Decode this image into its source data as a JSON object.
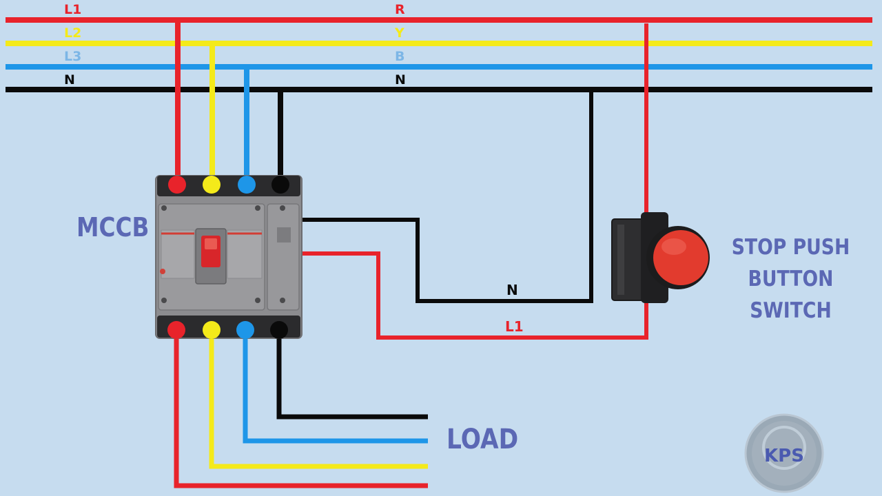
{
  "bus": {
    "l1": "L1",
    "l2": "L2",
    "l3": "L3",
    "n_left": "N",
    "r": "R",
    "y": "Y",
    "b": "B",
    "n_mid": "N"
  },
  "wires": {
    "neutral_label": "N",
    "phase_label": "L1"
  },
  "devices": {
    "mccb": "MCCB",
    "stop_line1": "STOP PUSH",
    "stop_line2": "BUTTON SWITCH",
    "load": "LOAD"
  },
  "logo": {
    "text": "KPS"
  },
  "colors": {
    "background": "#c6dcef",
    "red": "#e8232b",
    "yellow": "#f4ea1a",
    "blue": "#1e96e8",
    "black": "#0a0a0a",
    "label": "#5b68b4",
    "breaker_body": "#8c8c8f",
    "button": "#e23b2e"
  }
}
